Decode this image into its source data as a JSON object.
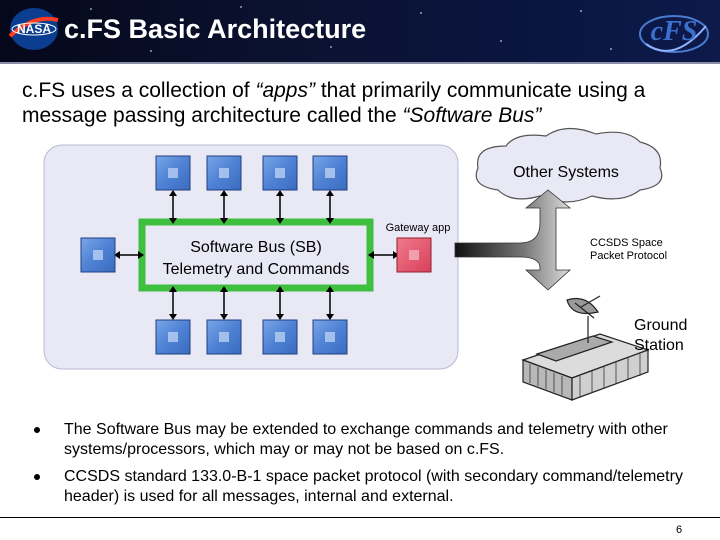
{
  "header": {
    "title": "c.FS Basic Architecture",
    "nasa_logo_text": "NASA",
    "cfs_logo_text": "cFS"
  },
  "intro": {
    "part1": "c.FS uses a collection of ",
    "apps": "“apps”",
    "part2": " that primarily communicate using a message passing architecture called the ",
    "bus": "“Software Bus”"
  },
  "diagram": {
    "bus_label_line1": "Software Bus (SB)",
    "bus_label_line2": "Telemetry and Commands",
    "gateway_label": "Gateway app",
    "other_systems": "Other Systems",
    "ccsds_line1": "CCSDS Space",
    "ccsds_line2": "Packet Protocol",
    "ground_line1": "Ground",
    "ground_line2": "Station"
  },
  "bullets": [
    "The Software Bus may be extended to exchange commands and telemetry with other systems/processors, which may or may not be based on c.FS.",
    "CCSDS standard 133.0-B-1 space packet protocol (with secondary command/telemetry header) is used for all messages, internal and external."
  ],
  "footer": {
    "page_number": "6"
  },
  "colors": {
    "panel": "#e8e9f5",
    "app_box": "#5b8dd9",
    "gateway_box": "#e8556b",
    "bus_border": "#3fbf3f",
    "cloud": "#e8e9f5"
  }
}
